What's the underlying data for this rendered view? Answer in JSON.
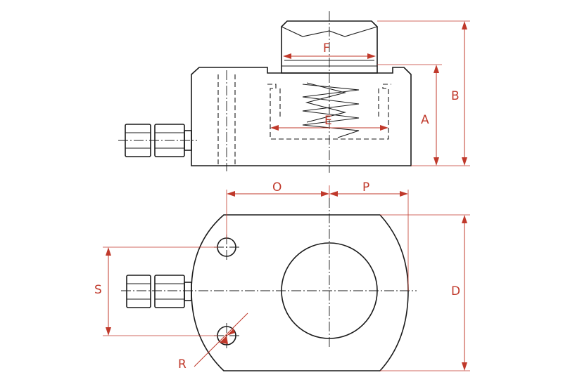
{
  "colors": {
    "outline": "#1a1a1a",
    "dimension": "#c0392b",
    "background": "#ffffff"
  },
  "labels": {
    "A": "A",
    "B": "B",
    "D": "D",
    "E": "E",
    "F": "F",
    "O": "O",
    "P": "P",
    "R": "R",
    "S": "S"
  }
}
